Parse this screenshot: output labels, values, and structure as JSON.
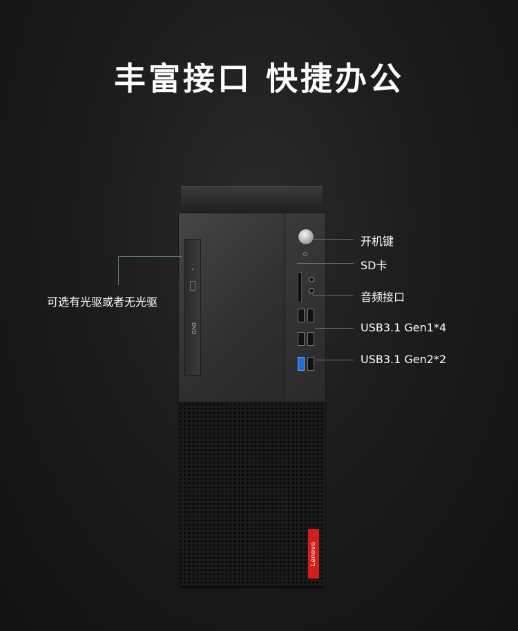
{
  "headline": "丰富接口 快捷办公",
  "callouts": {
    "optical_drive": "可选有光驱或者无光驱",
    "power": "开机键",
    "sd": "SD卡",
    "audio": "音频接口",
    "usb_gen1": "USB3.1 Gen1*4",
    "usb_gen2": "USB3.1 Gen2*2"
  },
  "brand": "Lenovo",
  "drive_logo": "DVD",
  "colors": {
    "brand_red": "#d41e1e",
    "usb_blue": "#1f6fd6",
    "callout_line": "#5a7a7a"
  }
}
